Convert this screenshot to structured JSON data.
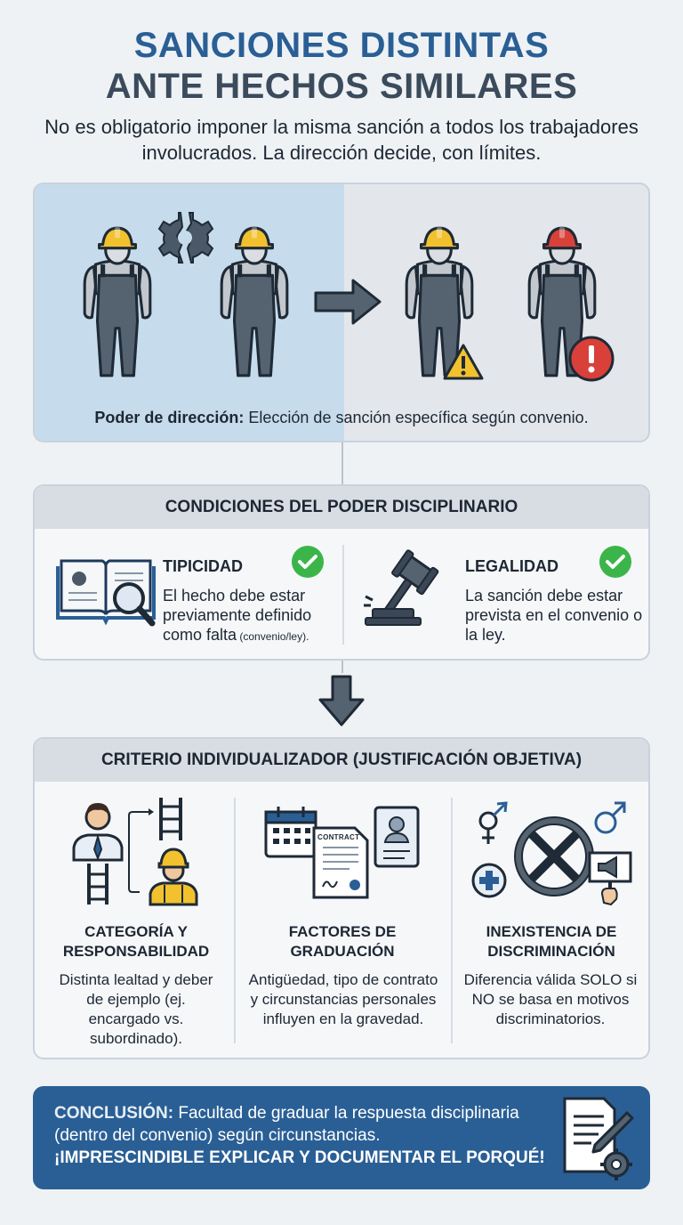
{
  "title": {
    "line1": "SANCIONES DISTINTAS",
    "line2": "ANTE HECHOS SIMILARES"
  },
  "subtitle": "No es obligatorio imponer la misma sanción a todos los trabajadores involucrados. La dirección decide, con límites.",
  "scene": {
    "caption_label": "Poder de dirección:",
    "caption_text": " Elección de sanción específica según convenio."
  },
  "conditions": {
    "header": "CONDICIONES DEL PODER DISCIPLINARIO",
    "items": [
      {
        "name": "TIPICIDAD",
        "text": "El hecho debe estar previamente definido como falta",
        "note": " (convenio/ley)."
      },
      {
        "name": "LEGALIDAD",
        "text": "La sanción debe estar prevista en el convenio o la ley."
      }
    ]
  },
  "criteria": {
    "header": "CRITERIO INDIVIDUALIZADOR (JUSTIFICACIÓN OBJETIVA)",
    "columns": [
      {
        "title": "CATEGORÍA Y RESPONSABILIDAD",
        "text": "Distinta lealtad y deber de ejemplo (ej. encargado vs. subordinado)."
      },
      {
        "title": "FACTORES DE GRADUACIÓN",
        "text": "Antigüedad, tipo de contrato y circunstancias personales influyen en la gravedad.",
        "contract_label": "CONTRACT"
      },
      {
        "title": "INEXISTENCIA DE DISCRIMINACIÓN",
        "text": "Diferencia válida SOLO si NO se basa en motivos discriminatorios."
      }
    ]
  },
  "conclusion": {
    "label": "CONCLUSIÓN:",
    "text": " Facultad de graduar la respuesta disciplinaria (dentro del convenio) según circunstancias.",
    "emphasis": "¡IMPRESCINDIBLE EXPLICAR Y DOCUMENTAR EL PORQUÉ!"
  },
  "colors": {
    "accent": "#2a5f95",
    "helmet_yellow": "#f2c12e",
    "helmet_red": "#d9403a",
    "check_green": "#3bb54a"
  },
  "icons": [
    "worker-icon",
    "broken-gear-icon",
    "arrow-right-icon",
    "warning-icon",
    "alert-icon",
    "book-magnifier-icon",
    "check-icon",
    "gavel-icon",
    "arrow-down-icon",
    "manager-icon",
    "ladder-icon",
    "calendar-icon",
    "contract-icon",
    "id-card-icon",
    "gender-icon",
    "no-symbol-icon",
    "health-cross-icon",
    "megaphone-sign-icon",
    "document-pen-icon"
  ]
}
